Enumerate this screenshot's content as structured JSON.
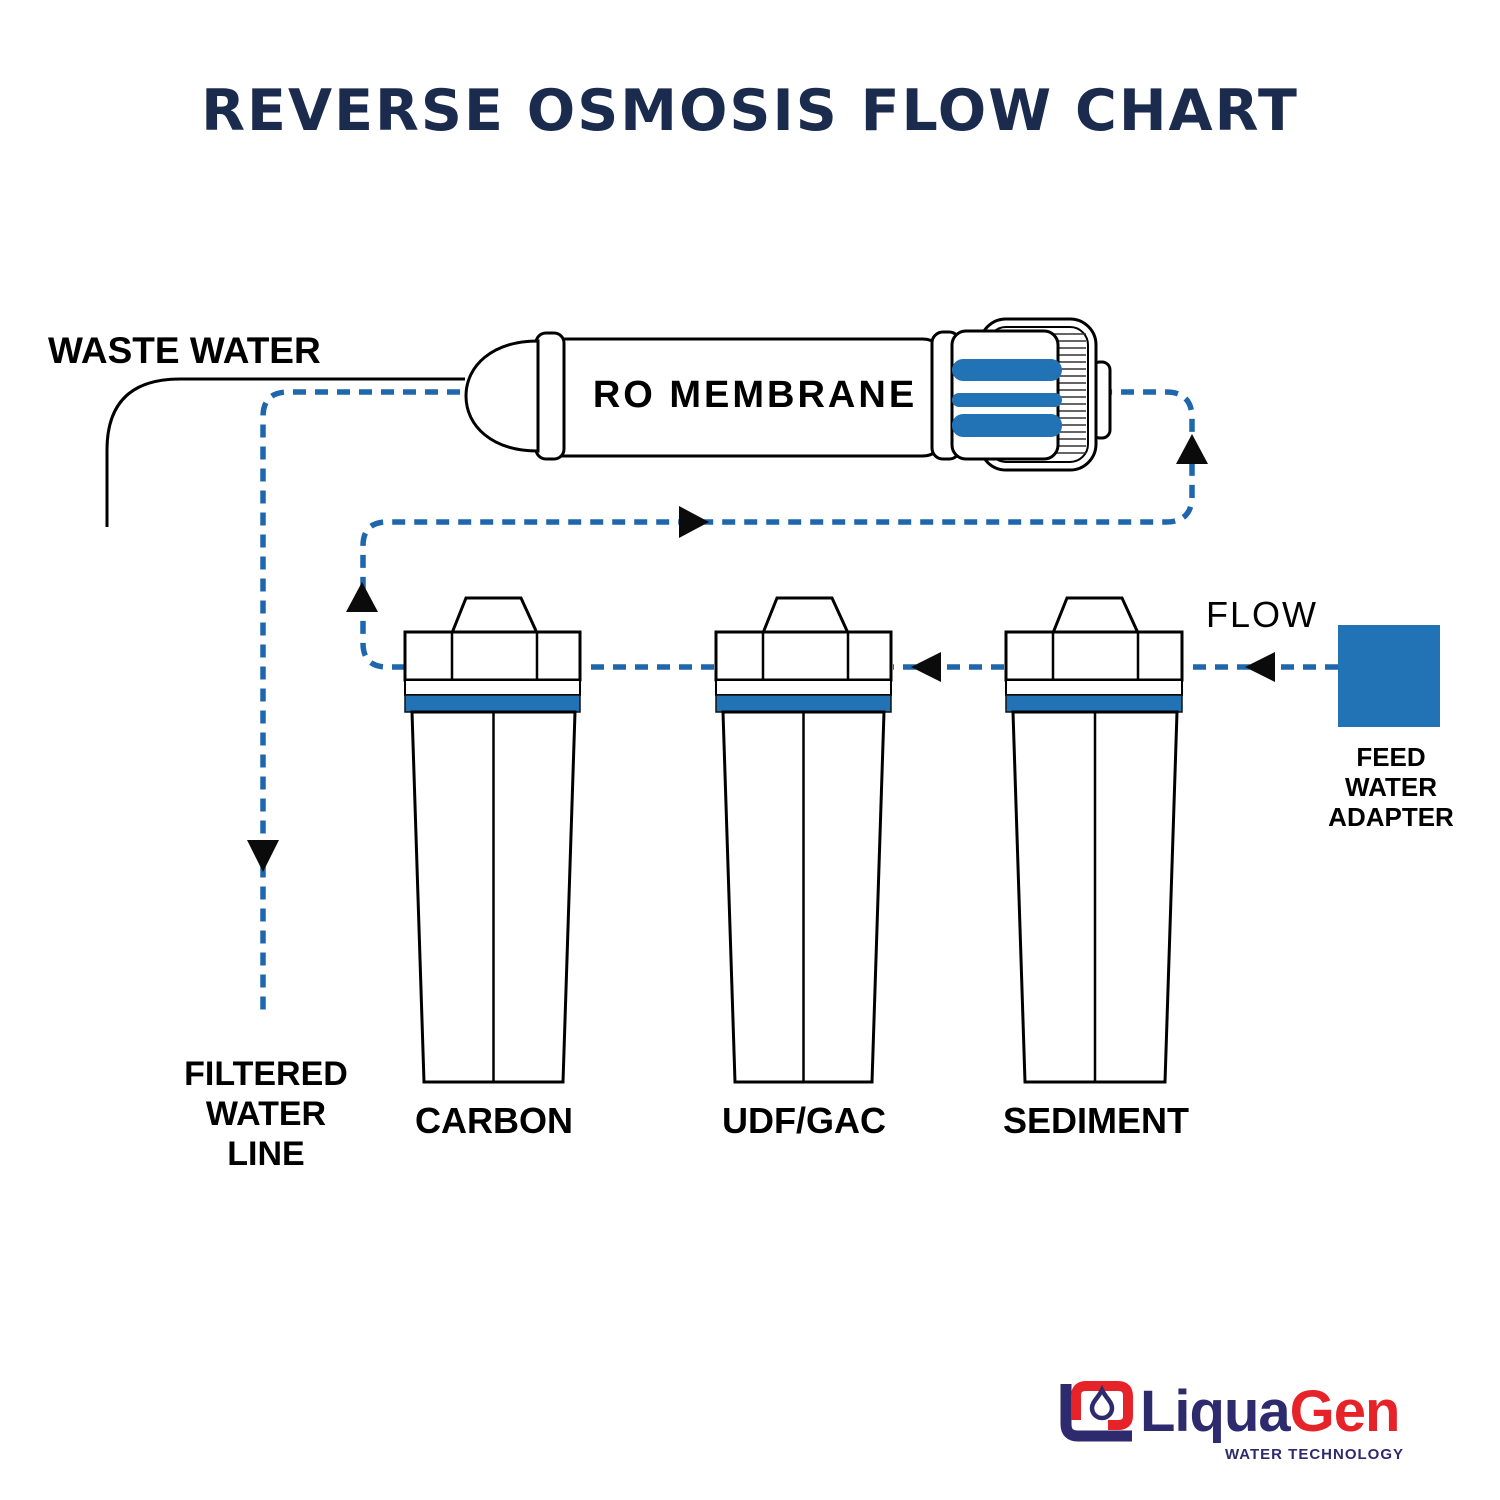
{
  "title": "REVERSE OSMOSIS FLOW CHART",
  "labels": {
    "waste_water": "WASTE WATER",
    "ro_membrane": "RO MEMBRANE",
    "flow": "FLOW",
    "filtered_water_line": {
      "line1": "FILTERED",
      "line2": "WATER",
      "line3": "LINE"
    },
    "feed_water_adapter": {
      "line1": "FEED",
      "line2": "WATER",
      "line3": "ADAPTER"
    }
  },
  "stages": [
    {
      "label": "CARBON"
    },
    {
      "label": "UDF/GAC"
    },
    {
      "label": "SEDIMENT"
    }
  ],
  "logo": {
    "brand_primary": "Liqua",
    "brand_accent": "Gen",
    "tagline": "WATER TECHNOLOGY"
  },
  "colors": {
    "flow_line_blue": "#1e67ac",
    "component_blue": "#2173b6",
    "title_navy": "#1b2b4d",
    "outline_black": "#000000",
    "arrow_black": "#0b0b0b",
    "logo_navy": "#2d2a6e",
    "logo_red": "#e62329",
    "background": "#ffffff"
  }
}
